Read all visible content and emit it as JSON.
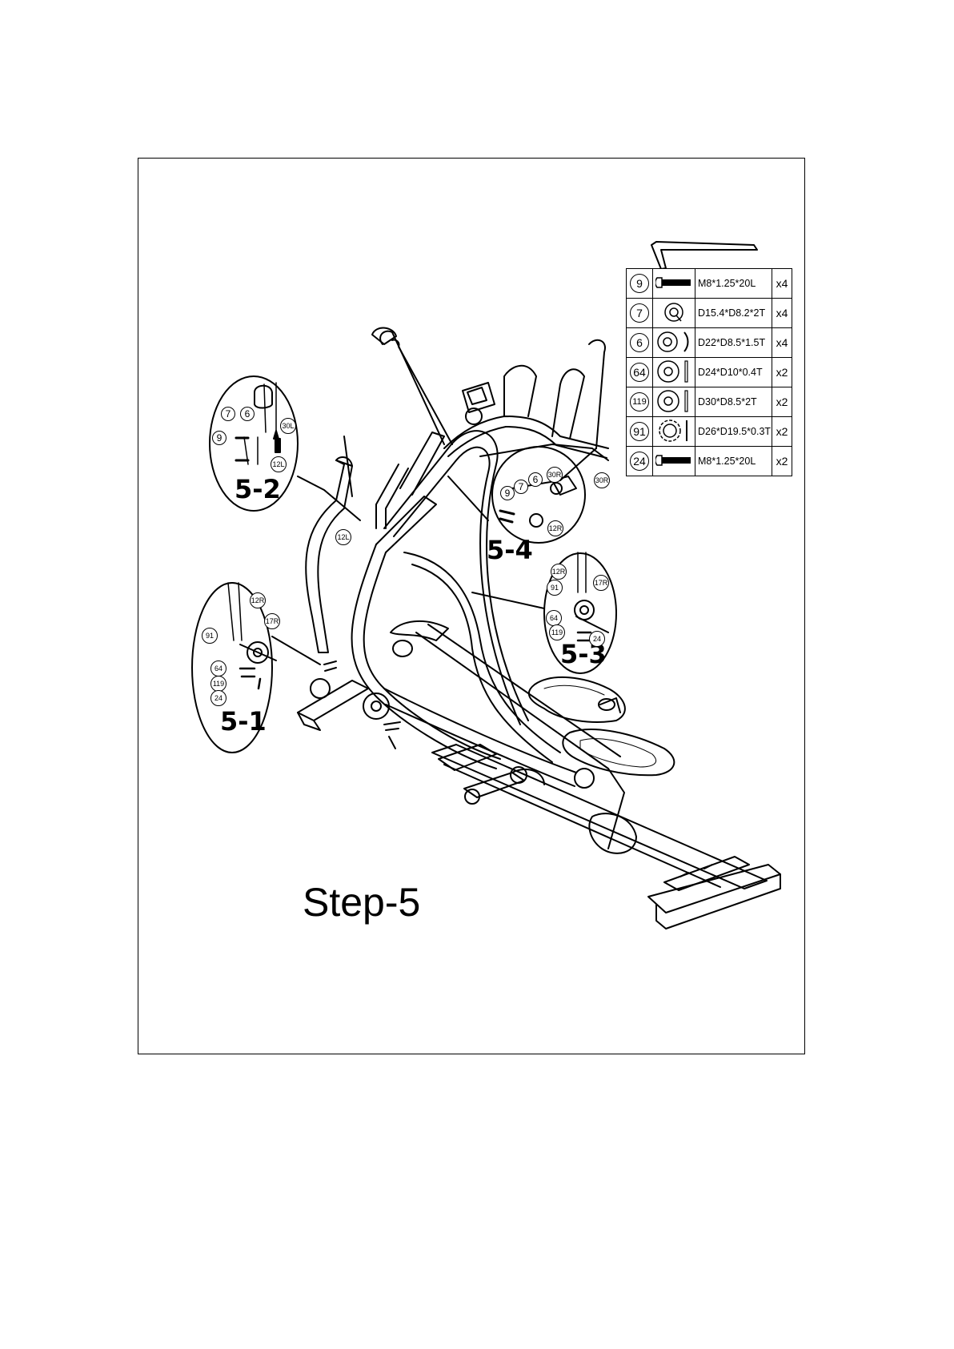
{
  "step_title": "Step-5",
  "details": [
    {
      "label": "5-1"
    },
    {
      "label": "5-2"
    },
    {
      "label": "5-3"
    },
    {
      "label": "5-4"
    }
  ],
  "callouts": {
    "d51": [
      "12R",
      "91",
      "17R",
      "64",
      "119",
      "24"
    ],
    "d52": [
      "7",
      "6",
      "9",
      "30L",
      "12L"
    ],
    "d53": [
      "12R",
      "91",
      "17R",
      "64",
      "119",
      "24"
    ],
    "d54": [
      "9",
      "7",
      "6",
      "30R",
      "12R"
    ],
    "main": [
      "12L",
      "30R"
    ]
  },
  "hardware": [
    {
      "num": "9",
      "icon": "bolt-icon",
      "spec": "M8*1.25*20L",
      "qty": "x4"
    },
    {
      "num": "7",
      "icon": "spring-washer-icon",
      "spec": "D15.4*D8.2*2T",
      "qty": "x4"
    },
    {
      "num": "6",
      "icon": "curved-washer-icon",
      "spec": "D22*D8.5*1.5T",
      "qty": "x4"
    },
    {
      "num": "64",
      "icon": "flat-washer-icon",
      "spec": "D24*D10*0.4T",
      "qty": "x2"
    },
    {
      "num": "119",
      "icon": "flat-washer-icon",
      "spec": "D30*D8.5*2T",
      "qty": "x2"
    },
    {
      "num": "91",
      "icon": "wave-washer-icon",
      "spec": "D26*D19.5*0.3T",
      "qty": "x2"
    },
    {
      "num": "24",
      "icon": "bolt-icon",
      "spec": "M8*1.25*20L",
      "qty": "x2"
    }
  ],
  "tool_icon": "allen-wrench-icon"
}
